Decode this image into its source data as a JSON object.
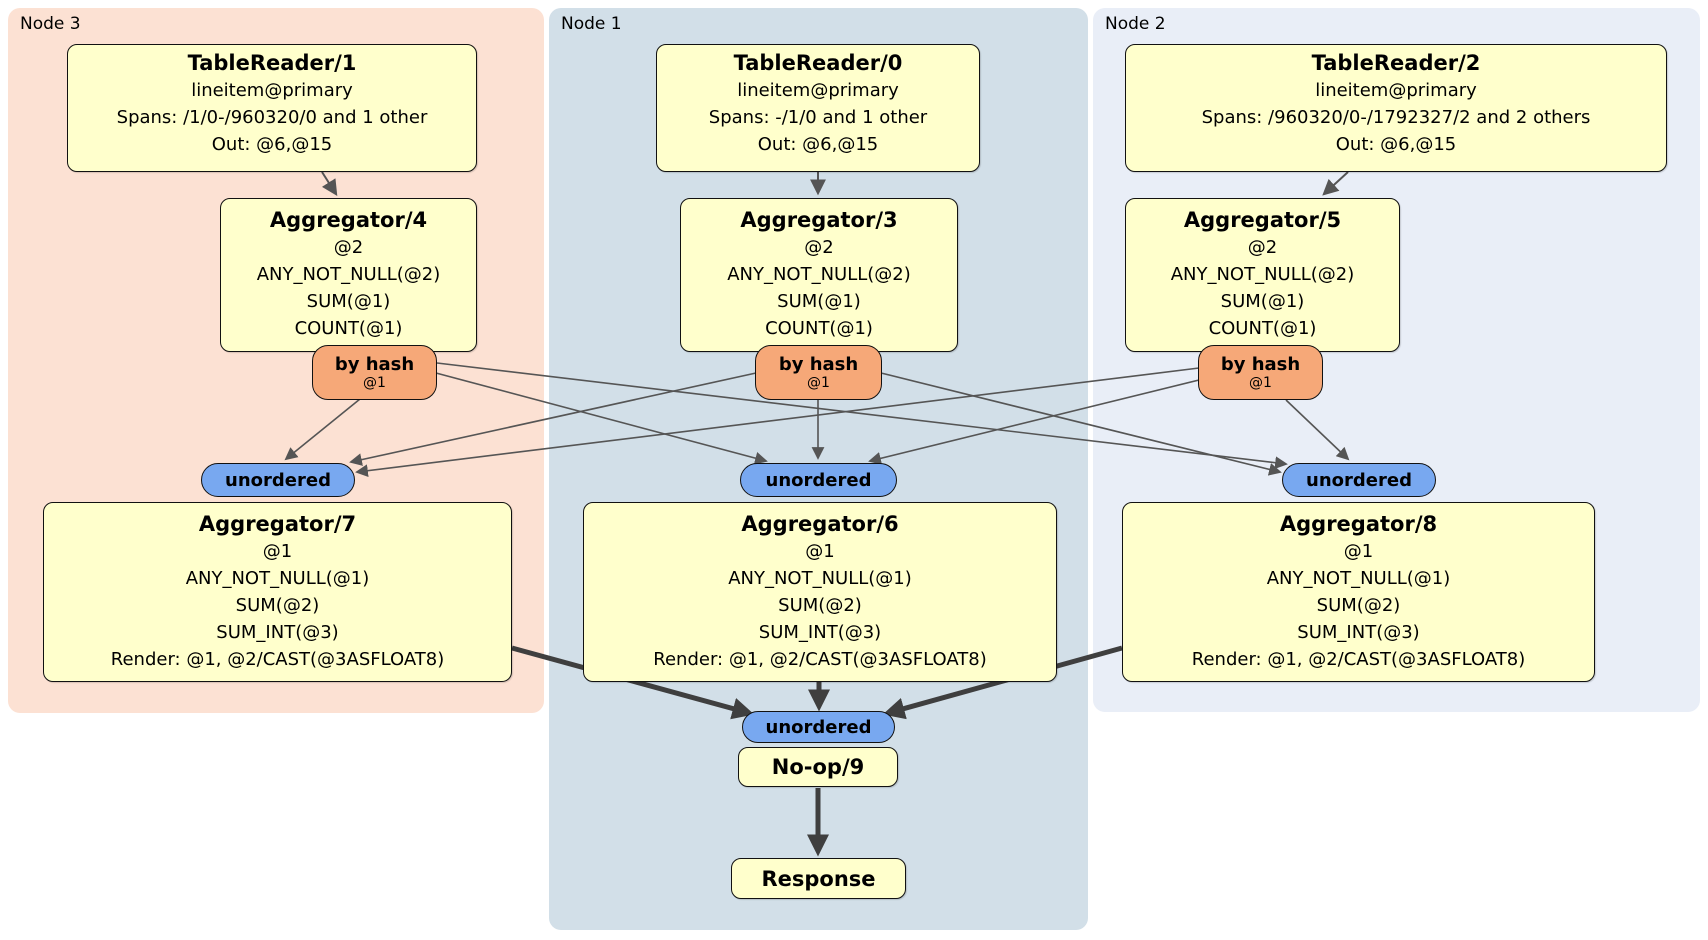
{
  "regions": [
    {
      "id": "node3",
      "label": "Node 3",
      "color": "#fce1d3"
    },
    {
      "id": "node1",
      "label": "Node 1",
      "color": "#d2dfe8"
    },
    {
      "id": "node2",
      "label": "Node 2",
      "color": "#e9eef7"
    }
  ],
  "colors": {
    "processor_fill": "#ffffcc",
    "router_fill": "#f6a878",
    "sync_fill": "#78a8f0",
    "edge_thin": "#555555",
    "edge_thick": "#3f3f3f"
  },
  "processors": {
    "tr1": {
      "title": "TableReader/1",
      "lines": [
        "lineitem@primary",
        "Spans: /1/0-/960320/0 and 1 other",
        "Out: @6,@15"
      ]
    },
    "tr0": {
      "title": "TableReader/0",
      "lines": [
        "lineitem@primary",
        "Spans: -/1/0 and 1 other",
        "Out: @6,@15"
      ]
    },
    "tr2": {
      "title": "TableReader/2",
      "lines": [
        "lineitem@primary",
        "Spans: /960320/0-/1792327/2 and 2 others",
        "Out: @6,@15"
      ]
    },
    "agg4": {
      "title": "Aggregator/4",
      "lines": [
        "@2",
        "ANY_NOT_NULL(@2)",
        "SUM(@1)",
        "COUNT(@1)"
      ]
    },
    "agg3": {
      "title": "Aggregator/3",
      "lines": [
        "@2",
        "ANY_NOT_NULL(@2)",
        "SUM(@1)",
        "COUNT(@1)"
      ]
    },
    "agg5": {
      "title": "Aggregator/5",
      "lines": [
        "@2",
        "ANY_NOT_NULL(@2)",
        "SUM(@1)",
        "COUNT(@1)"
      ]
    },
    "agg7": {
      "title": "Aggregator/7",
      "lines": [
        "@1",
        "ANY_NOT_NULL(@1)",
        "SUM(@2)",
        "SUM_INT(@3)",
        "Render: @1, @2/CAST(@3ASFLOAT8)"
      ]
    },
    "agg6": {
      "title": "Aggregator/6",
      "lines": [
        "@1",
        "ANY_NOT_NULL(@1)",
        "SUM(@2)",
        "SUM_INT(@3)",
        "Render: @1, @2/CAST(@3ASFLOAT8)"
      ]
    },
    "agg8": {
      "title": "Aggregator/8",
      "lines": [
        "@1",
        "ANY_NOT_NULL(@1)",
        "SUM(@2)",
        "SUM_INT(@3)",
        "Render: @1, @2/CAST(@3ASFLOAT8)"
      ]
    },
    "noop": {
      "title": "No-op/9"
    },
    "response": {
      "title": "Response"
    }
  },
  "routers": {
    "r3": {
      "label": "by hash",
      "detail": "@1"
    },
    "r1": {
      "label": "by hash",
      "detail": "@1"
    },
    "r2": {
      "label": "by hash",
      "detail": "@1"
    }
  },
  "syncs": {
    "s3": {
      "label": "unordered"
    },
    "s1": {
      "label": "unordered"
    },
    "s2": {
      "label": "unordered"
    },
    "sfinal": {
      "label": "unordered"
    }
  }
}
